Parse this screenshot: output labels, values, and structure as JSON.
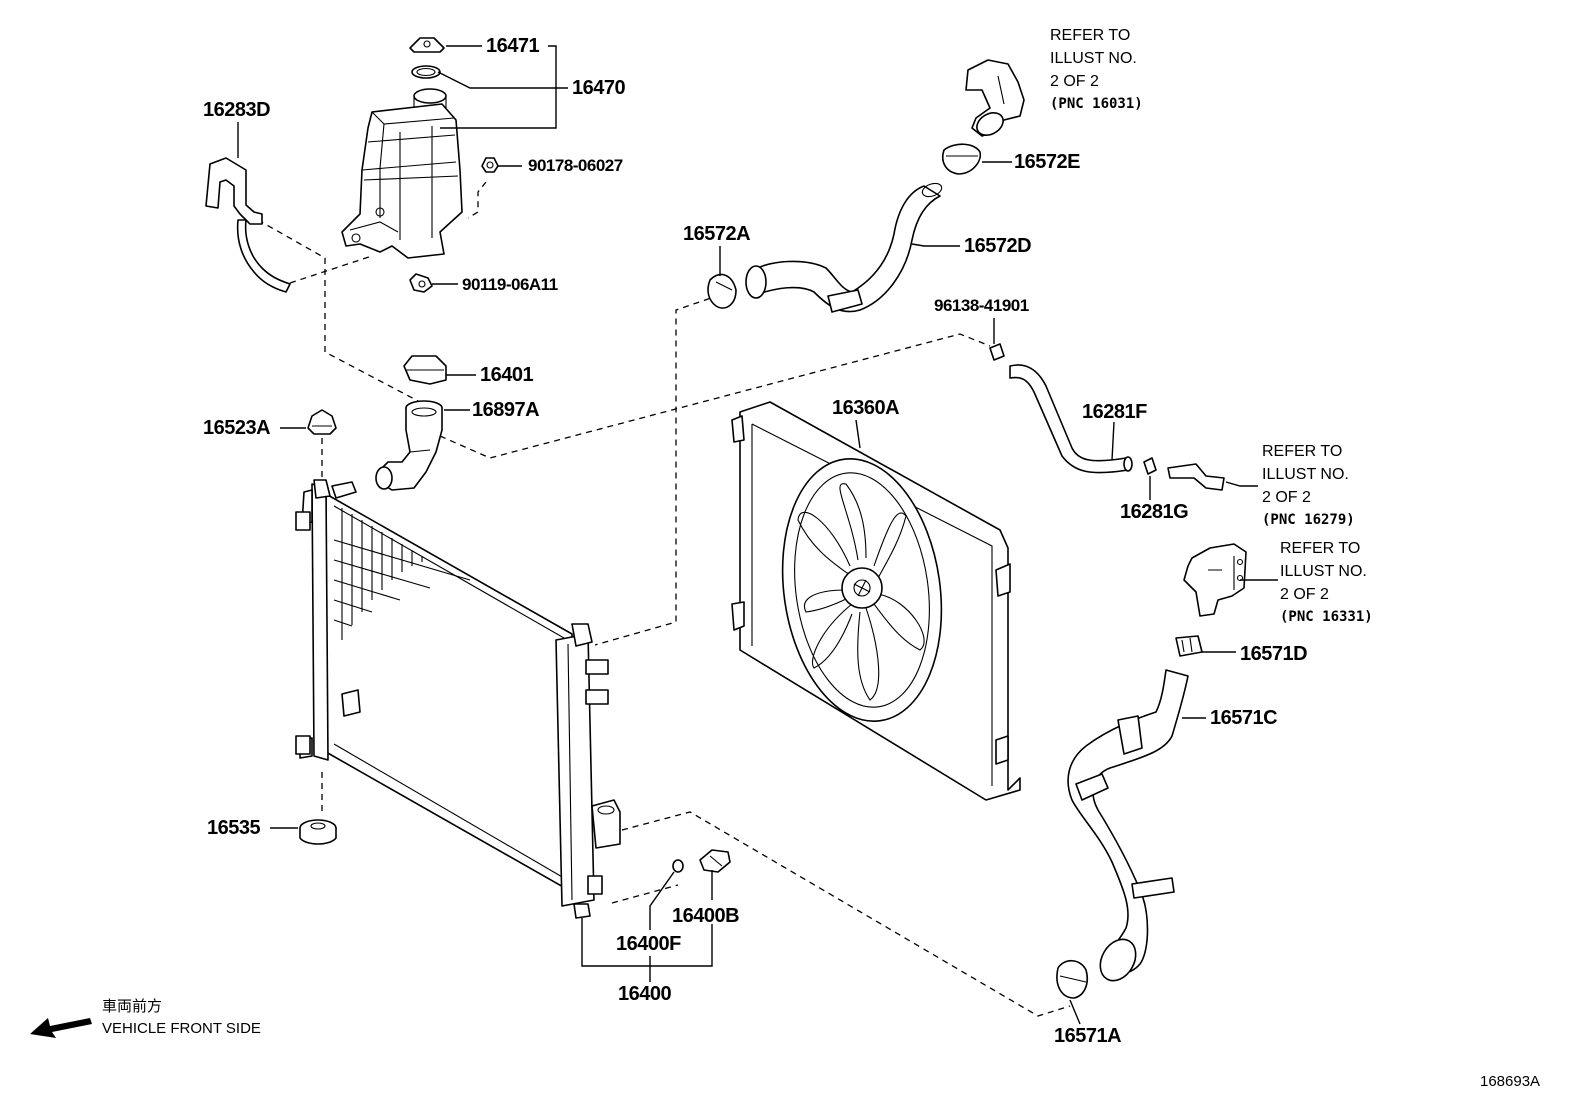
{
  "parts": [
    {
      "id": "p16471",
      "label": "16471"
    },
    {
      "id": "p16470",
      "label": "16470"
    },
    {
      "id": "p16283D",
      "label": "16283D"
    },
    {
      "id": "p90178",
      "label": "90178-06027"
    },
    {
      "id": "p90119",
      "label": "90119-06A11"
    },
    {
      "id": "p16401",
      "label": "16401"
    },
    {
      "id": "p16897A",
      "label": "16897A"
    },
    {
      "id": "p16523A",
      "label": "16523A"
    },
    {
      "id": "p16535",
      "label": "16535"
    },
    {
      "id": "p16572A",
      "label": "16572A"
    },
    {
      "id": "p16572E",
      "label": "16572E"
    },
    {
      "id": "p16572D",
      "label": "16572D"
    },
    {
      "id": "p96138",
      "label": "96138-41901"
    },
    {
      "id": "p16360A",
      "label": "16360A"
    },
    {
      "id": "p16281F",
      "label": "16281F"
    },
    {
      "id": "p16281G",
      "label": "16281G"
    },
    {
      "id": "p16571D",
      "label": "16571D"
    },
    {
      "id": "p16571C",
      "label": "16571C"
    },
    {
      "id": "p16571A",
      "label": "16571A"
    },
    {
      "id": "p16400B",
      "label": "16400B"
    },
    {
      "id": "p16400F",
      "label": "16400F"
    },
    {
      "id": "p16400",
      "label": "16400"
    }
  ],
  "notes": [
    {
      "line1": "REFER TO",
      "line2": "ILLUST NO.",
      "line3": "2 OF 2",
      "line4": "(PNC 16031)"
    },
    {
      "line1": "REFER TO",
      "line2": "ILLUST NO.",
      "line3": "2 OF 2",
      "line4": "(PNC 16279)"
    },
    {
      "line1": "REFER TO",
      "line2": "ILLUST NO.",
      "line3": "2 OF 2",
      "line4": "(PNC 16331)"
    }
  ],
  "direction": {
    "japanese": "車両前方",
    "english": "VEHICLE FRONT SIDE"
  },
  "illustration_number": "168693A"
}
